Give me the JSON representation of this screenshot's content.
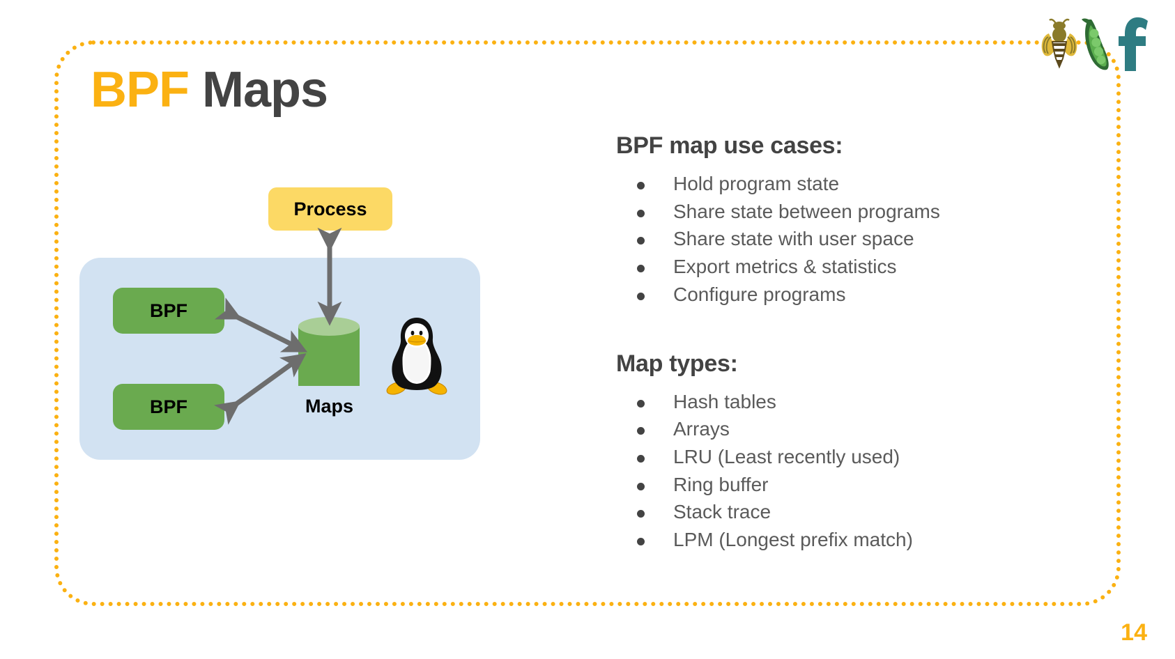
{
  "slide": {
    "page_number": "14",
    "accent_color": "#FBB112",
    "title_dark_color": "#434343",
    "frame_border_color": "#FBB112"
  },
  "title": {
    "highlight": "BPF",
    "rest": "Maps"
  },
  "logo": {
    "bee_label": "bee-icon",
    "pea_label": "pea-pod-icon",
    "f_label": "letter-f-icon",
    "bee_color": "#8A7B2B",
    "pea_color": "#55A34A",
    "f_color": "#2E7C82"
  },
  "diagram": {
    "process_label": "Process",
    "process_color": "#FCD965",
    "kernel_color": "#D2E2F2",
    "bpf_color": "#6AAA4F",
    "bpf_boxes": [
      {
        "label": "BPF"
      },
      {
        "label": "BPF"
      }
    ],
    "maps_label": "Maps",
    "cylinder_top_color": "#A9CE96",
    "cylinder_body_color": "#6AAA4F",
    "arrow_color": "#6D6D6D",
    "tux_label": "linux-penguin"
  },
  "use_cases": {
    "heading": "BPF map use cases:",
    "items": [
      "Hold program state",
      "Share state between programs",
      "Share state with user space",
      "Export metrics & statistics",
      "Configure programs"
    ]
  },
  "map_types": {
    "heading": "Map types:",
    "items": [
      "Hash tables",
      "Arrays",
      "LRU (Least recently used)",
      "Ring buffer",
      "Stack trace",
      "LPM (Longest prefix match)"
    ]
  }
}
